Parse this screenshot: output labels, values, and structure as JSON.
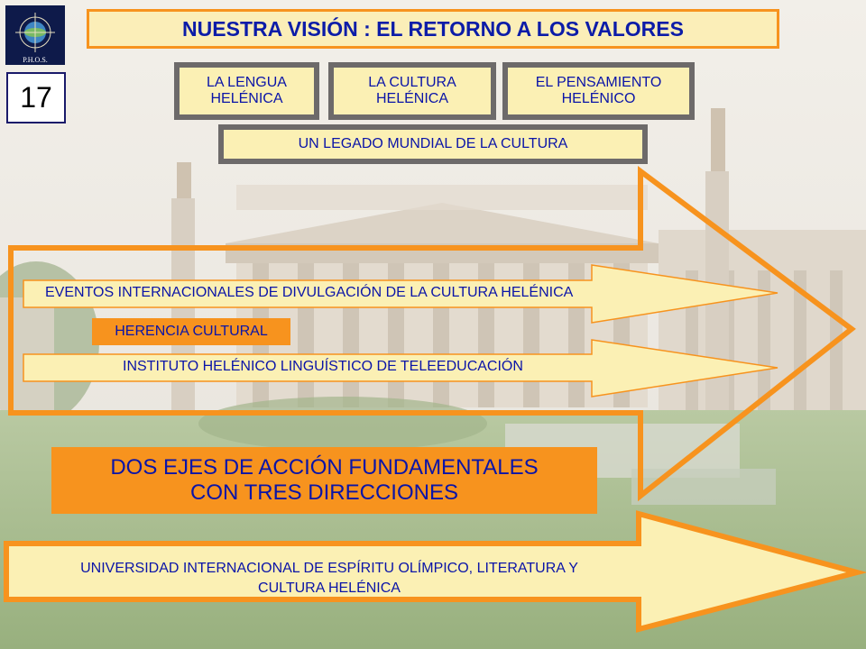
{
  "slide": {
    "number": "17",
    "title": "NUESTRA  VISIÓN : EL RETORNO A LOS VALORES",
    "logo_text": "P.H.O.S."
  },
  "pillars": [
    {
      "line1": "LA LENGUA",
      "line2": "HELÉNICA"
    },
    {
      "line1": "LA CULTURA",
      "line2": "HELÉNICA"
    },
    {
      "line1": "EL PENSAMIENTO",
      "line2": "HELÉNICO"
    }
  ],
  "legacy": "UN LEGADO MUNDIAL DE LA CULTURA",
  "axis1": {
    "arrow_top": "EVENTOS INTERNACIONALES DE DIVULGACIÓN DE LA CULTURA HELÉNICA",
    "label": "HERENCIA CULTURAL",
    "arrow_bottom": "INSTITUTO HELÉNICO LINGUÍSTICO DE TELEEDUCACIÓN"
  },
  "center": {
    "line1": "DOS EJES DE ACCIÓN FUNDAMENTALES",
    "line2": "CON TRES DIRECCIONES"
  },
  "axis2": {
    "line1": "UNIVERSIDAD INTERNACIONAL DE ESPÍRITU OLÍMPICO, LITERATURA  Y",
    "line2": "CULTURA HELÉNICA"
  },
  "colors": {
    "accent_orange": "#f7931e",
    "text_blue": "#0a14a8",
    "box_fill": "#fbf0b4",
    "box_border": "#6d6a6a"
  }
}
